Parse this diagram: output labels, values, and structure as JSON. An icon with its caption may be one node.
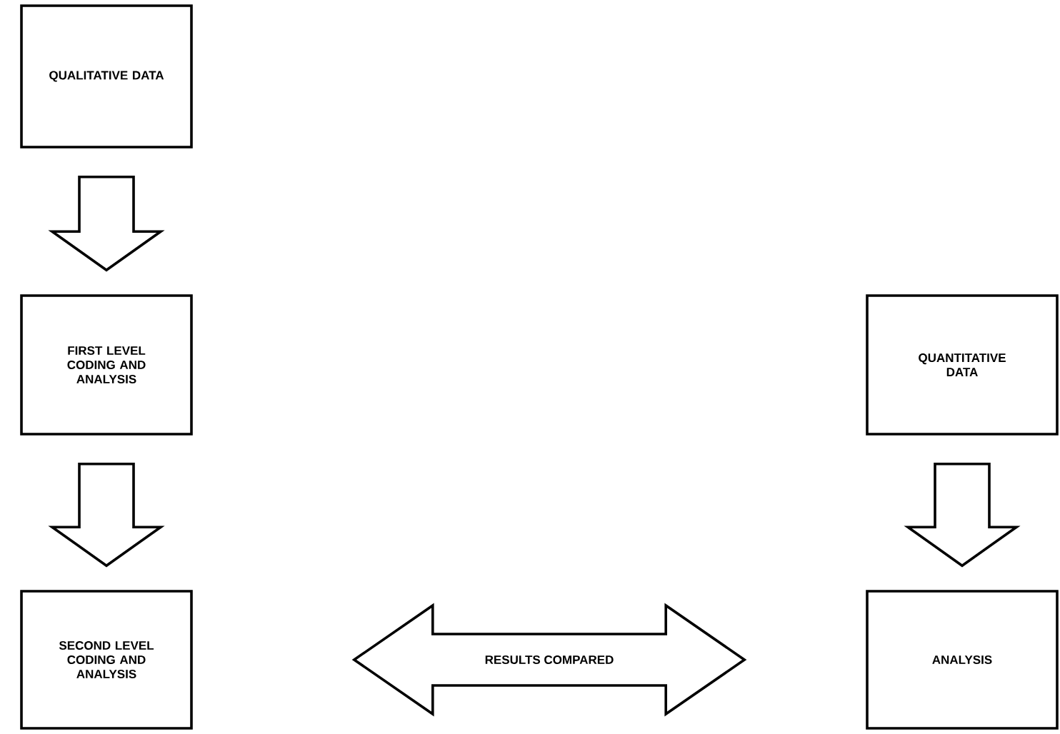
{
  "diagram": {
    "nodes": [
      {
        "text": [
          "QUALITATIVE DATA"
        ]
      },
      {
        "text": [
          "FIRST LEVEL CODING AND ANALYSIS"
        ]
      },
      {
        "text": [
          "SECOND LEVEL CODING AND ANALYSIS"
        ]
      },
      {
        "text": [
          "QUANTITATIVE DATA"
        ]
      },
      {
        "text": [
          "ANALYSIS"
        ]
      }
    ],
    "edges": [
      {
        "from": 0,
        "to": 1,
        "arrow": "to"
      },
      {
        "from": 1,
        "to": 2,
        "arrow": "to"
      },
      {
        "from": 3,
        "to": 4,
        "arrow": "to"
      },
      {
        "from": 2,
        "to": 4,
        "arrow": "both",
        "label": "RESULTS COMPARED"
      }
    ]
  }
}
